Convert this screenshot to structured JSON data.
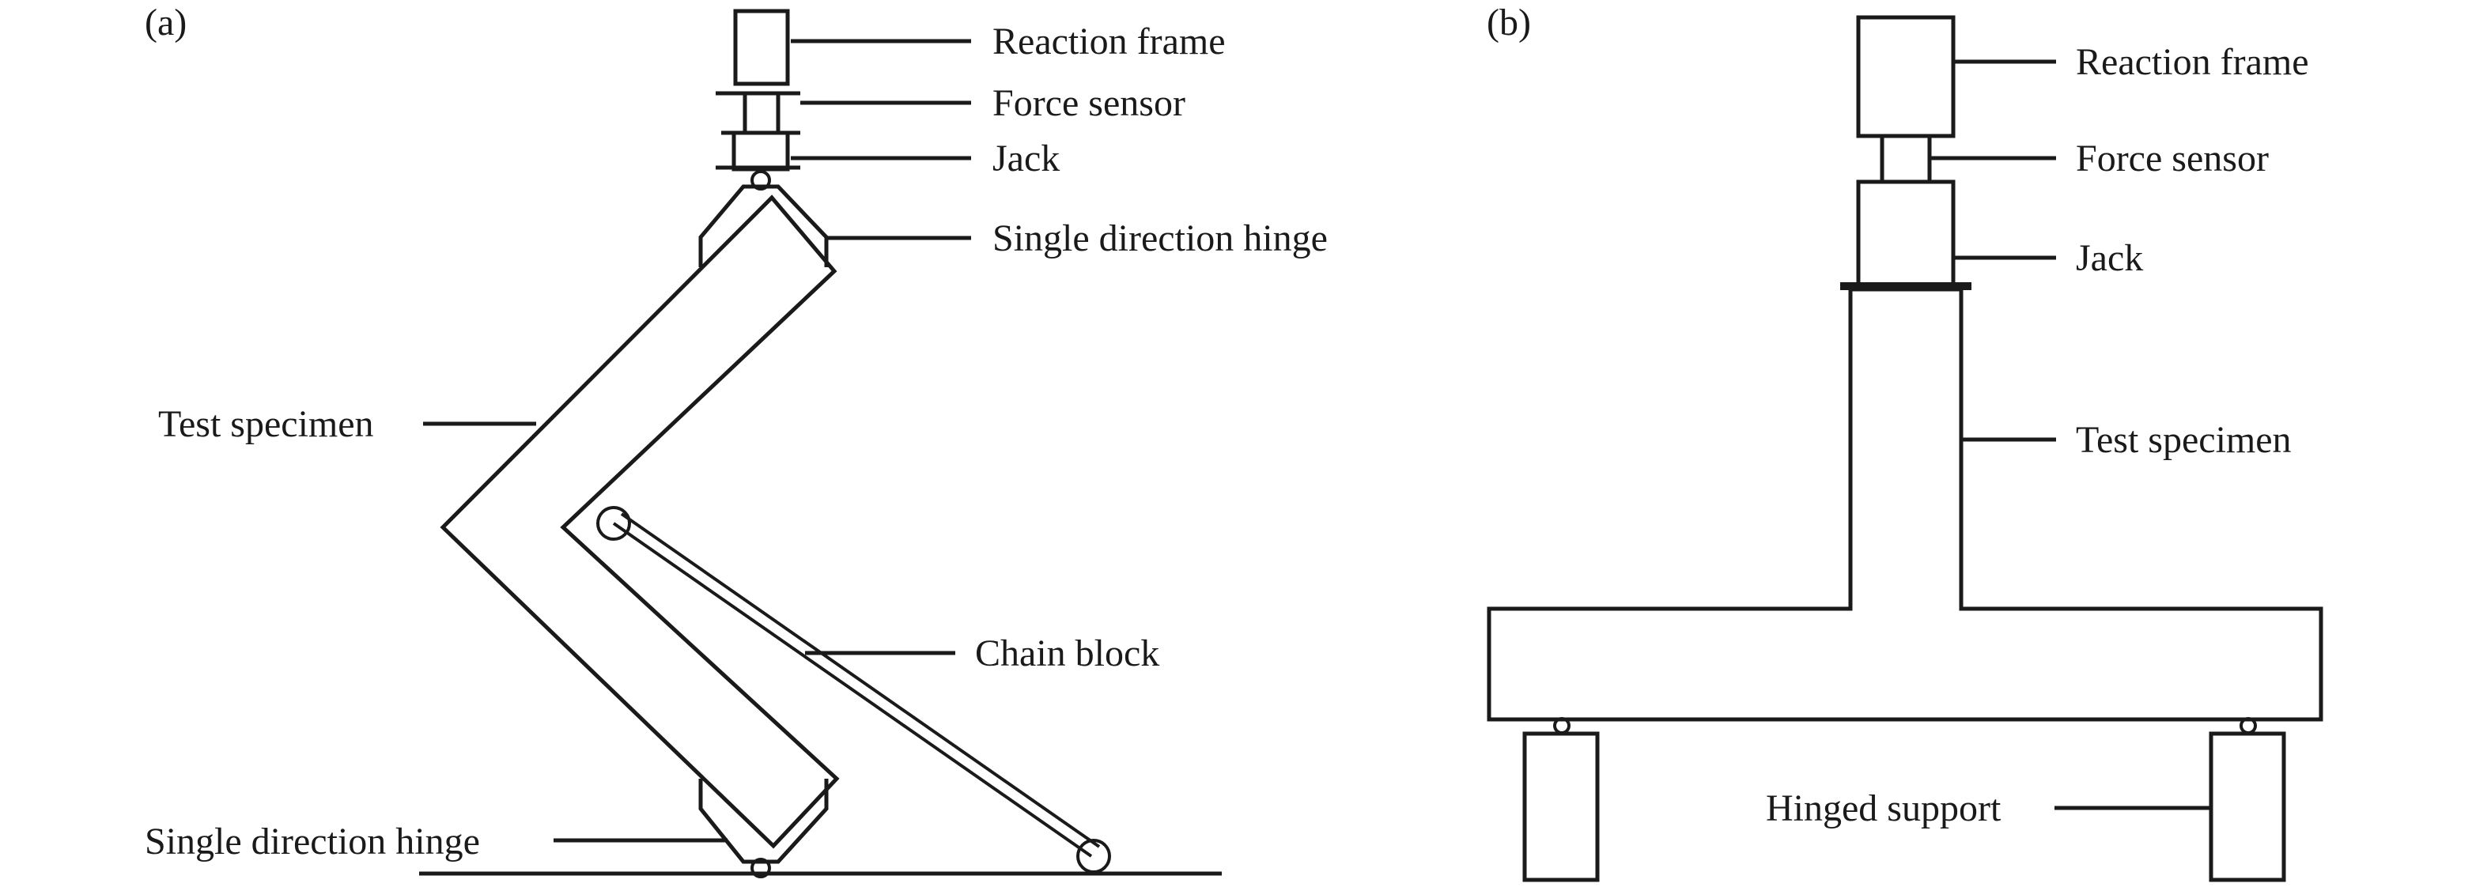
{
  "panel_a": {
    "label": "(a)",
    "reaction_frame": "Reaction frame",
    "force_sensor": "Force sensor",
    "jack": "Jack",
    "top_hinge": "Single direction hinge",
    "test_specimen": "Test specimen",
    "chain_block": "Chain block",
    "bottom_hinge": "Single direction hinge"
  },
  "panel_b": {
    "label": "(b)",
    "reaction_frame": "Reaction frame",
    "force_sensor": "Force sensor",
    "jack": "Jack",
    "test_specimen": "Test specimen",
    "hinged_support": "Hinged support"
  }
}
